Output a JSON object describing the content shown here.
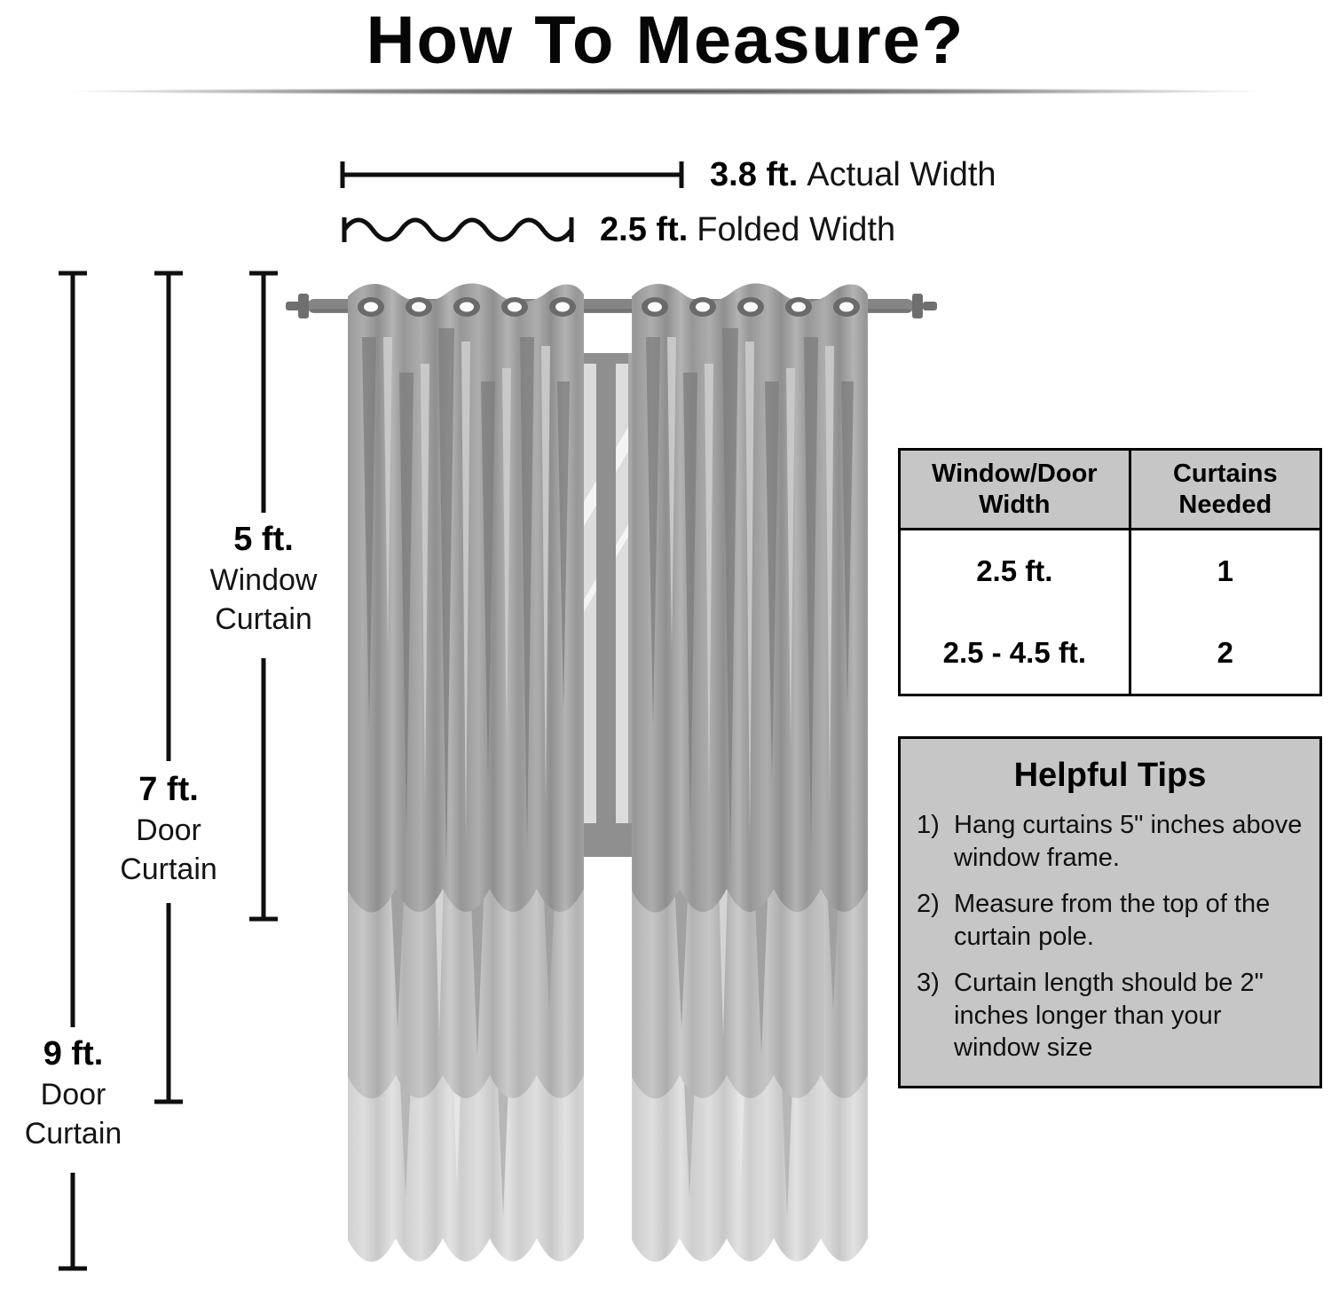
{
  "title": "How To Measure?",
  "top_measurements": {
    "actual": {
      "value": "3.8 ft.",
      "label": "Actual Width"
    },
    "folded": {
      "value": "2.5 ft.",
      "label": "Folded Width"
    }
  },
  "side_measurements": {
    "five": {
      "value": "5 ft.",
      "lines": [
        "Window",
        "Curtain"
      ]
    },
    "seven": {
      "value": "7 ft.",
      "lines": [
        "Door",
        "Curtain"
      ]
    },
    "nine": {
      "value": "9 ft.",
      "lines": [
        "Door",
        "Curtain"
      ]
    }
  },
  "table": {
    "headers": [
      "Window/Door Width",
      "Curtains Needed"
    ],
    "rows": [
      {
        "width": "2.5 ft.",
        "curtains": "1"
      },
      {
        "width": "2.5 - 4.5 ft.",
        "curtains": "2"
      }
    ]
  },
  "tips": {
    "title": "Helpful Tips",
    "items": [
      {
        "num": "1)",
        "text": "Hang curtains 5\" inches above window frame."
      },
      {
        "num": "2)",
        "text": "Measure from the top of the curtain pole."
      },
      {
        "num": "3)",
        "text": "Curtain length should be 2\" inches longer than your window size"
      }
    ]
  },
  "colors": {
    "curtain_dark": "#979797",
    "curtain_mid": "#b4b4b4",
    "curtain_light": "#cecece",
    "box_bg": "#c6c6c6",
    "line": "#0f0f0f"
  }
}
